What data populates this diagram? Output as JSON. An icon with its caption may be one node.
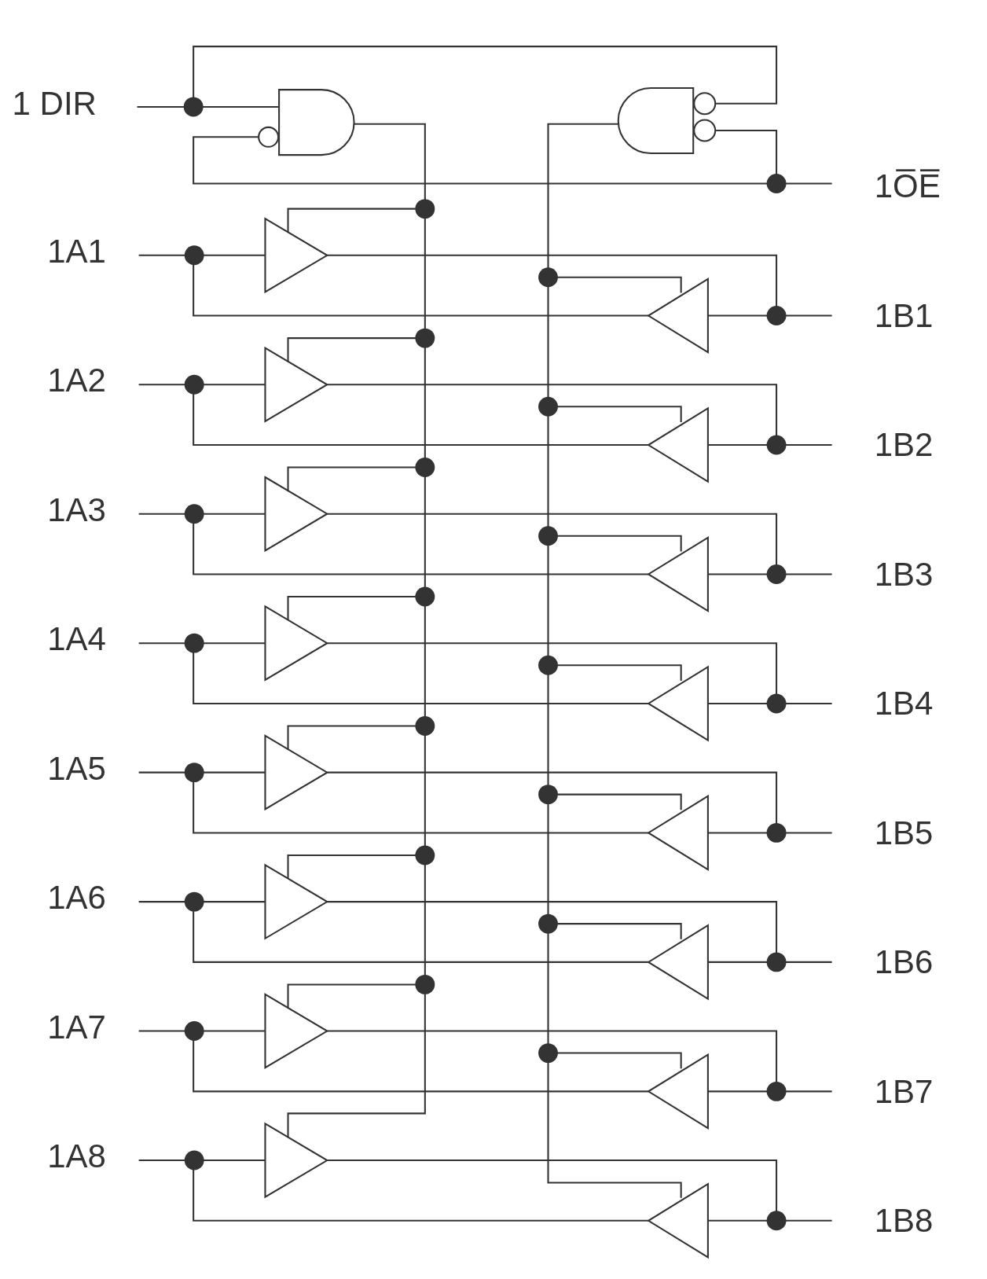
{
  "diagram": {
    "labels": [
      "1 DIR",
      "1O̅E̅",
      "1A1",
      "1B1",
      "1A2",
      "1B2",
      "1A3",
      "1B3",
      "1A4",
      "1B4",
      "1A5",
      "1B5",
      "1A6",
      "1B6",
      "1A7",
      "1B7",
      "1A8",
      "1B8"
    ]
  }
}
